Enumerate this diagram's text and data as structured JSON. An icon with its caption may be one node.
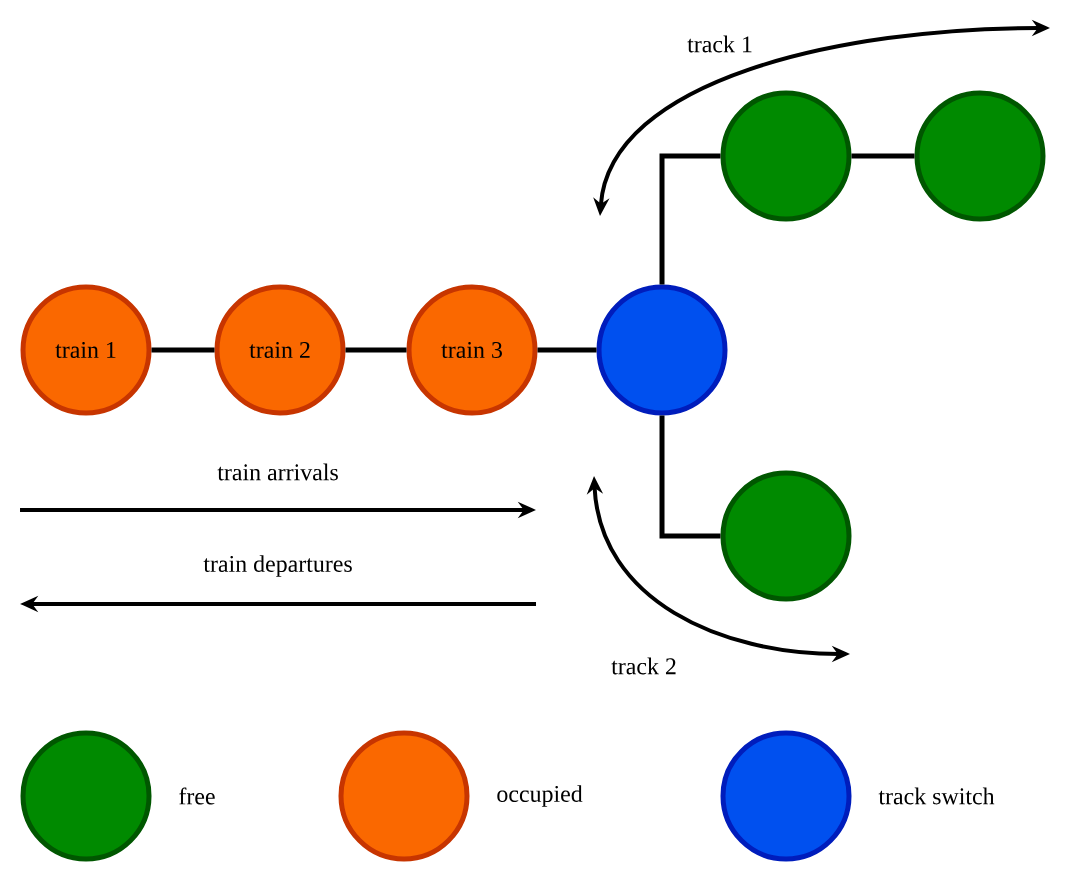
{
  "diagram": {
    "nodes": [
      {
        "text": [
          "train 1"
        ]
      },
      {
        "text": [
          "train 2"
        ]
      },
      {
        "text": [
          "train 3"
        ]
      },
      {
        "text": [],
        "shape": "circle"
      },
      {
        "text": [],
        "shape": "circle"
      },
      {
        "text": [],
        "shape": "circle"
      },
      {
        "text": [],
        "shape": "circle"
      }
    ],
    "edges": [
      {
        "from": 0,
        "to": 1,
        "arrow": "none"
      },
      {
        "from": 1,
        "to": 2,
        "arrow": "none"
      },
      {
        "from": 2,
        "to": 3,
        "arrow": "none"
      },
      {
        "from": 3,
        "to": 4,
        "arrow": "none"
      },
      {
        "from": 4,
        "to": 5,
        "arrow": "none"
      },
      {
        "from": 3,
        "to": 6,
        "arrow": "none"
      }
    ],
    "labels": [
      "track 1",
      "train arrivals",
      "train departures",
      "track 2"
    ],
    "legend": [
      {
        "text": "free",
        "color": "#008a00"
      },
      {
        "text": "occupied",
        "color": "#fa6800"
      },
      {
        "text": "track switch",
        "color": "#0050ef"
      }
    ]
  }
}
